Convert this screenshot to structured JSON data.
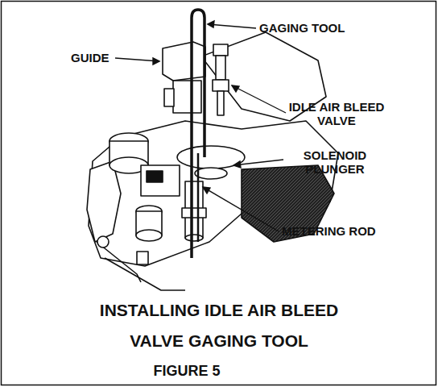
{
  "diagram": {
    "title": "INSTALLING IDLE AIR BLEED VALVE GAGING TOOL",
    "caption": "FIGURE 5",
    "labels": [
      "GAGING TOOL",
      "GUIDE",
      "IDLE AIR BLEED VALVE",
      "SOLENOID PLUNGER",
      "METERING ROD"
    ]
  }
}
